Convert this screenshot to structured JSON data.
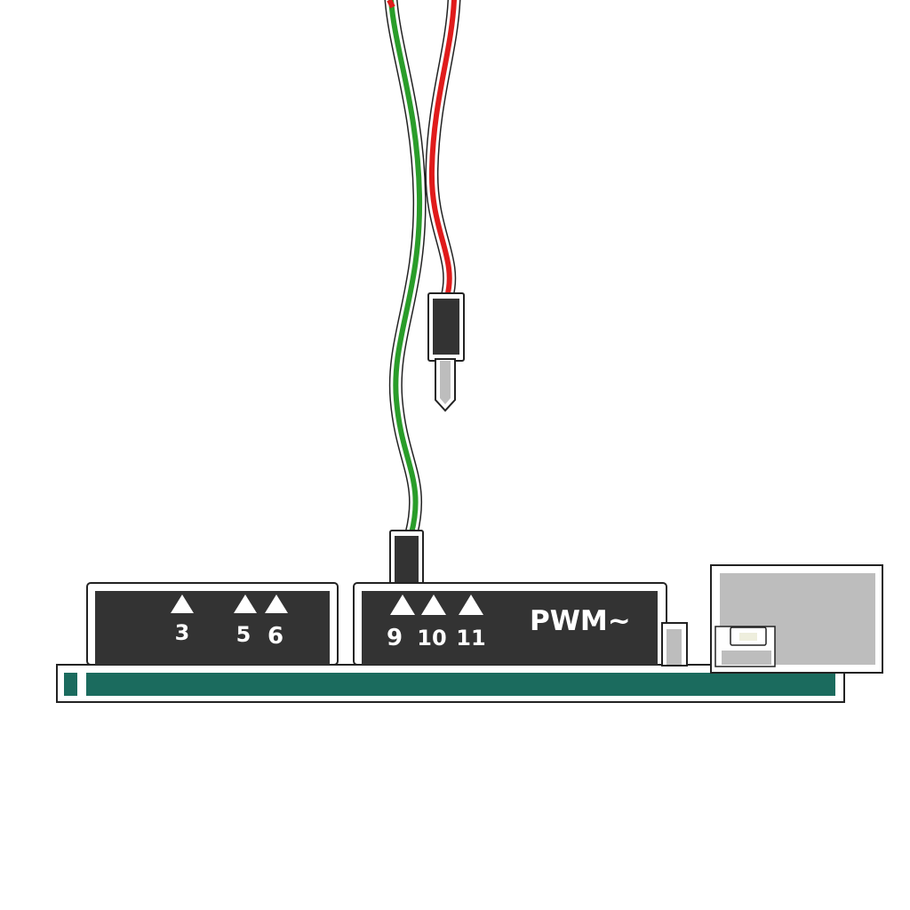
{
  "header_left": {
    "pins": [
      {
        "label": "3",
        "pwm": true
      },
      {
        "label": "5",
        "pwm": true
      },
      {
        "label": "6",
        "pwm": true
      }
    ]
  },
  "header_right": {
    "pins": [
      {
        "label": "9",
        "pwm": true
      },
      {
        "label": "10",
        "pwm": true
      },
      {
        "label": "11",
        "pwm": true
      }
    ],
    "pwm_text": "PWM~"
  },
  "wires": [
    {
      "color": "#2a9d2a",
      "state": "plugged-in"
    },
    {
      "color": "#e01b1b",
      "state": "unplugged"
    }
  ],
  "colors": {
    "board": "#1b6b5e",
    "header": "#333333",
    "usb": "#bdbdbd",
    "pin_metal": "#bdbdbd"
  }
}
